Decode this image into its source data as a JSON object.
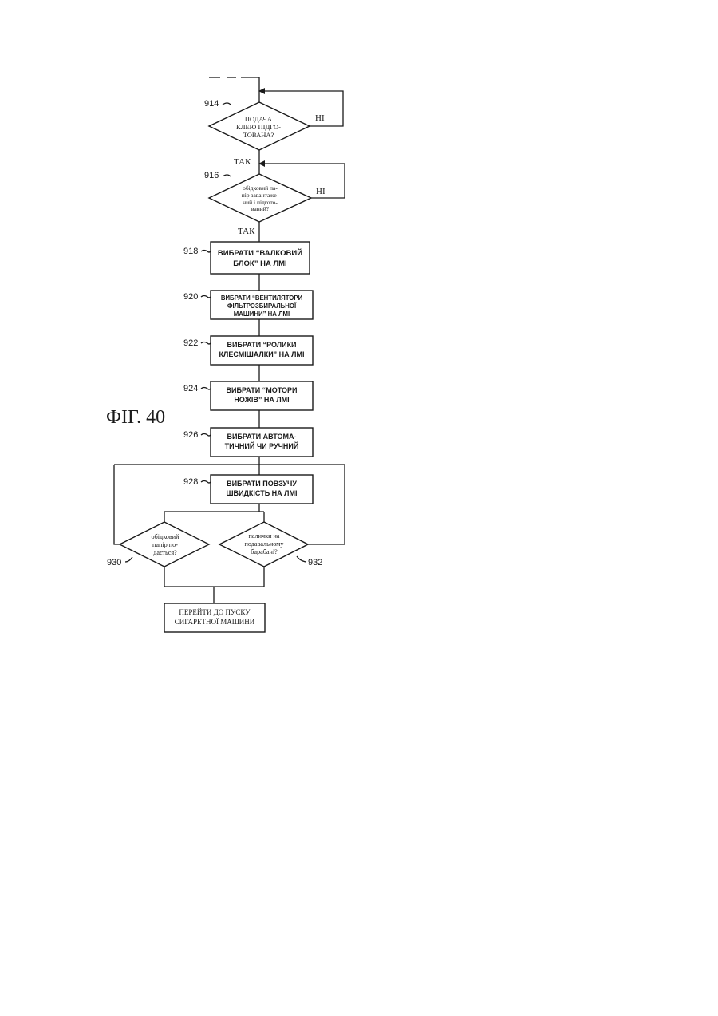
{
  "figure_label": "ФІГ. 40",
  "labels": {
    "yes": "ТАК",
    "no": "НІ"
  },
  "steps": {
    "s914": {
      "ref": "914",
      "lines": [
        "ПОДАЧА",
        "КЛЕЮ ПІДГО-",
        "ТОВАНА?"
      ]
    },
    "s916": {
      "ref": "916",
      "lines": [
        "обідковий па-",
        "пір завантаже-",
        "ний і підгото-",
        "ваний?"
      ]
    },
    "s918": {
      "ref": "918",
      "lines": [
        "ВИБРАТИ “ВАЛКОВИЙ",
        "БЛОК” НА ЛМІ"
      ]
    },
    "s920": {
      "ref": "920",
      "lines": [
        "ВИБРАТИ “ВЕНТИЛЯТОРИ",
        "ФІЛЬТРОЗБИРАЛЬНОЇ",
        "МАШИНИ” НА ЛМІ"
      ]
    },
    "s922": {
      "ref": "922",
      "lines": [
        "ВИБРАТИ “РОЛИКИ",
        "КЛЕЄМІШАЛКИ” НА ЛМІ"
      ]
    },
    "s924": {
      "ref": "924",
      "lines": [
        "ВИБРАТИ “МОТОРИ",
        "НОЖІВ” НА ЛМІ"
      ]
    },
    "s926": {
      "ref": "926",
      "lines": [
        "ВИБРАТИ АВТОМА-",
        "ТИЧНИЙ ЧИ РУЧНИЙ"
      ]
    },
    "s928": {
      "ref": "928",
      "lines": [
        "ВИБРАТИ ПОВЗУЧУ",
        "ШВИДКІСТЬ НА ЛМІ"
      ]
    },
    "s930": {
      "ref": "930",
      "lines": [
        "обідковий",
        "папір по-",
        "дається?"
      ]
    },
    "s932": {
      "ref": "932",
      "lines": [
        "палички на",
        "подавальному",
        "барабані?"
      ]
    },
    "end": {
      "lines": [
        "ПЕРЕЙТИ ДО ПУСКУ",
        "СИГАРЕТНОЇ МАШИНИ"
      ]
    }
  }
}
